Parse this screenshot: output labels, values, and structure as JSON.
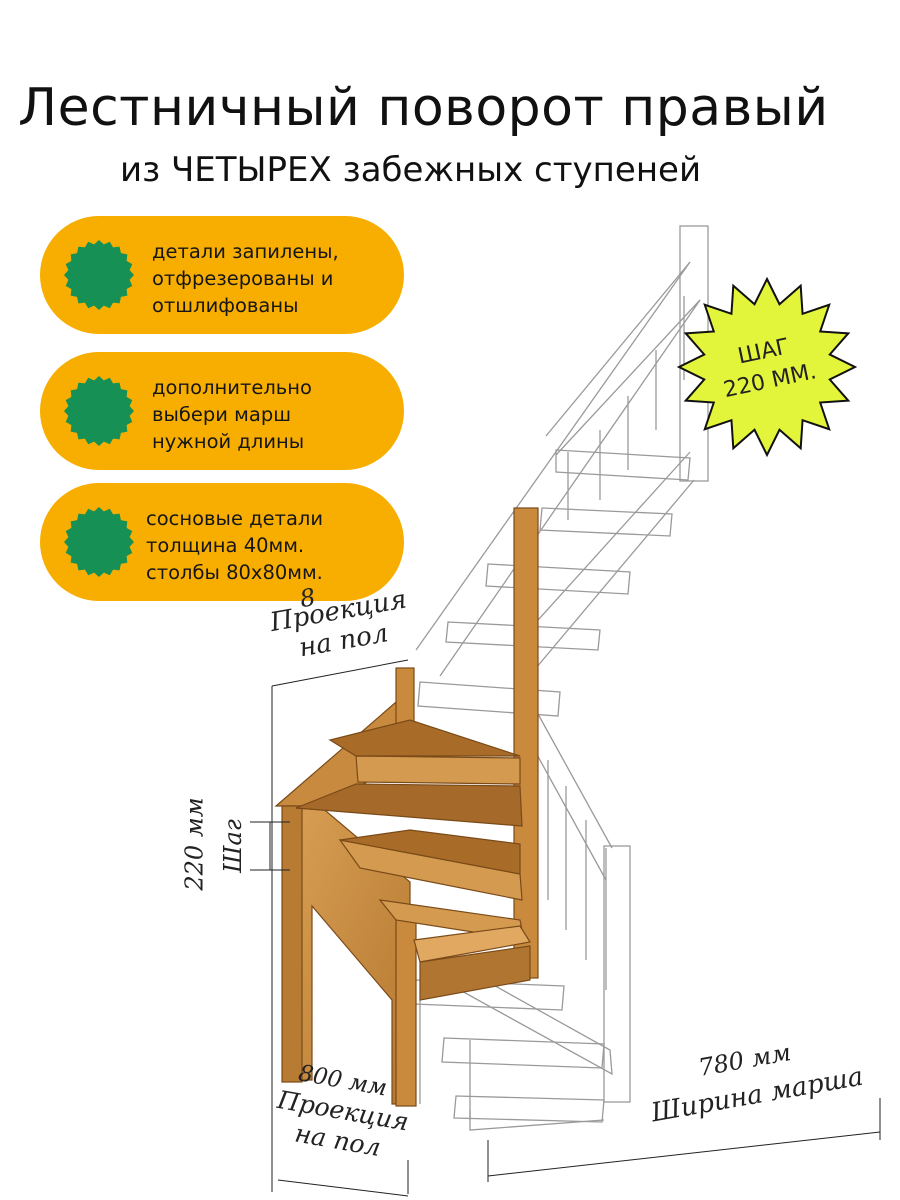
{
  "title": "Лестничный поворот правый",
  "subtitle": "из  ЧЕТЫРЕХ забежных ступеней",
  "features": [
    {
      "text": "детали запилены,\nотфрезерованы и\nотшлифованы"
    },
    {
      "text": "дополнительно\nвыбери марш\nнужной длины"
    },
    {
      "text": "сосновые детали\nтолщина 40мм.\nстолбы 80х80мм."
    }
  ],
  "badge": {
    "line1": "ШАГ",
    "line2": "220 ММ."
  },
  "dimensions": {
    "top_projection_value": "8",
    "top_projection_label1": "Проекция",
    "top_projection_label2": "на пол",
    "step_value": "220 мм",
    "step_label": "Шаг",
    "bottom_projection_value": "800 мм",
    "bottom_projection_label1": "Проекция",
    "bottom_projection_label2": "на пол",
    "width_value": "780 мм",
    "width_label": "Ширина марша"
  },
  "colors": {
    "pill": "#f8ae00",
    "seal": "#169054",
    "burst": "#e2f53b",
    "wood": "#c98a3e",
    "wood_dark": "#9c6522"
  },
  "icons": [
    "scalloped-seal-icon",
    "starburst-badge-icon",
    "staircase-illustration"
  ]
}
